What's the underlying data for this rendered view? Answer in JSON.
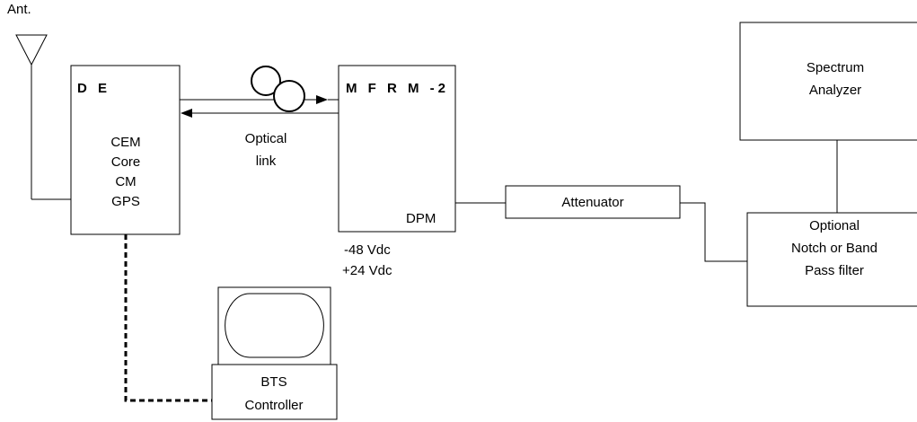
{
  "antenna": {
    "label": "Ant."
  },
  "de": {
    "title": "D E",
    "lines": [
      "CEM",
      "Core",
      "CM",
      "GPS"
    ]
  },
  "mfrm": {
    "title": "M F R M -2",
    "module": "DPM",
    "power": [
      "-48 Vdc",
      "+24 Vdc"
    ]
  },
  "optical_link": {
    "lines": [
      "Optical",
      "link"
    ]
  },
  "attenuator": {
    "label": "Attenuator"
  },
  "filter": {
    "lines": [
      "Optional",
      "Notch or Band",
      "Pass filter"
    ]
  },
  "spectrum_analyzer": {
    "lines": [
      "Spectrum",
      "Analyzer"
    ]
  },
  "bts_controller": {
    "lines": [
      "BTS",
      "Controller"
    ]
  }
}
